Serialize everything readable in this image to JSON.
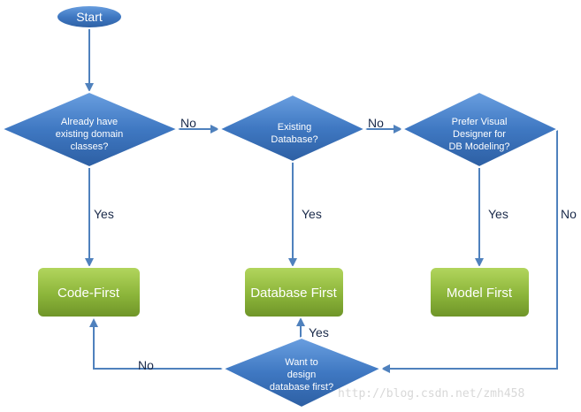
{
  "start": {
    "label": "Start"
  },
  "decisions": {
    "domain_classes": {
      "lines": [
        "Already have",
        "existing domain",
        "classes?"
      ]
    },
    "existing_database": {
      "lines": [
        "Existing",
        "Database?"
      ]
    },
    "visual_designer": {
      "lines": [
        "Prefer Visual",
        "Designer for",
        "DB Modeling?"
      ]
    },
    "design_db_first": {
      "lines": [
        "Want to",
        "design",
        "database first?"
      ]
    }
  },
  "outcomes": {
    "code_first": "Code-First",
    "database_first": "Database First",
    "model_first": "Model First"
  },
  "edge_labels": {
    "domain_no": "No",
    "domain_yes": "Yes",
    "database_no": "No",
    "database_yes": "Yes",
    "visual_yes": "Yes",
    "visual_no": "No",
    "design_yes": "Yes",
    "design_no": "No"
  },
  "watermark": "http://blog.csdn.net/zmh458",
  "colors": {
    "connector": "#4f81bd",
    "decision": "#3f78c2",
    "outcome": "#8cb53a",
    "text_dark": "#1a2a4a"
  }
}
